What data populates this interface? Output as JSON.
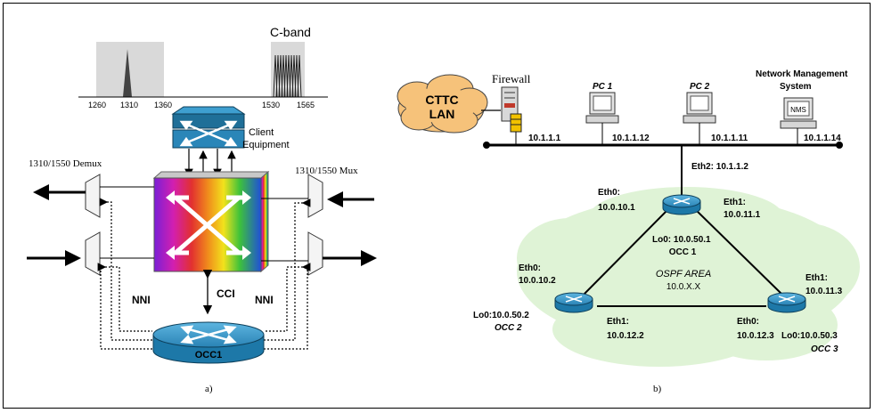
{
  "panel_a": {
    "caption": "a)",
    "c_band_label": "C-band",
    "spectrum_ticks": [
      "1260",
      "1310",
      "1360",
      "1530",
      "1565"
    ],
    "client_equipment": [
      "Client",
      "Equipment"
    ],
    "demux_label": "1310/1550 Demux",
    "mux_label": "1310/1550 Mux",
    "cci_label": "CCI",
    "nni_left": "NNI",
    "nni_right": "NNI",
    "controller_label": "OCC1"
  },
  "panel_b": {
    "caption": "b)",
    "cloud_label": [
      "CTTC",
      "LAN"
    ],
    "firewall_label": "Firewall",
    "pc1_label": "PC 1",
    "pc2_label": "PC 2",
    "nms_label": [
      "Network Management",
      "System"
    ],
    "nms_screen": "NMS",
    "lan_addresses": [
      "10.1.1.1",
      "10.1.1.12",
      "10.1.1.11",
      "10.1.1.14"
    ],
    "uplink": "Eth2: 10.1.1.2",
    "occ1": {
      "eth0": [
        "Eth0:",
        "10.0.10.1"
      ],
      "eth1": [
        "Eth1:",
        "10.0.11.1"
      ],
      "lo0": "Lo0: 10.0.50.1",
      "name": "OCC 1"
    },
    "occ2": {
      "eth0": [
        "Eth0:",
        "10.0.10.2"
      ],
      "lo0": "Lo0:10.0.50.2",
      "name": "OCC 2",
      "eth1": [
        "Eth1:",
        "10.0.12.2"
      ]
    },
    "occ3": {
      "eth1": [
        "Eth1:",
        "10.0.11.3"
      ],
      "eth0": [
        "Eth0:",
        "10.0.12.3"
      ],
      "lo0": "Lo0:10.0.50.3",
      "name": "OCC 3"
    },
    "ospf_area": [
      "OSPF AREA",
      "10.0.X.X"
    ]
  },
  "colors": {
    "router_blue": "#2c8fc0",
    "cloud_orange": "#f7c47a",
    "ospf_green": "#d9f2cf"
  }
}
